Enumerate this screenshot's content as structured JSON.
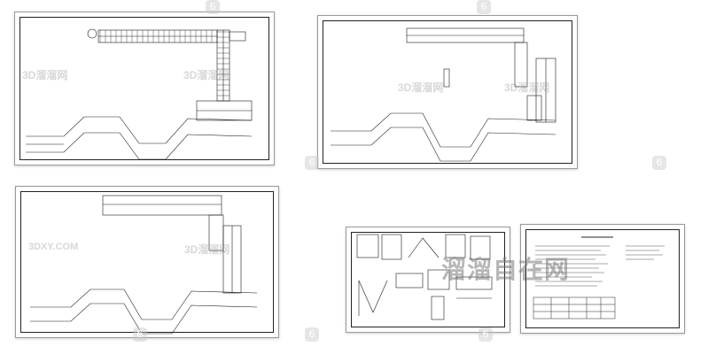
{
  "watermark": {
    "site_text": "3D溜溜网",
    "url_text": "3DXY.COM",
    "brand_overlay": "溜溜自在网",
    "badge_number": "6"
  },
  "sheets": {
    "plan_1": {
      "type": "floor-plan"
    },
    "plan_2": {
      "type": "floor-plan"
    },
    "plan_3": {
      "type": "floor-plan"
    },
    "details": {
      "type": "detail-sheet"
    },
    "notes": {
      "type": "notes-sheet"
    }
  },
  "colors": {
    "line": "#1a1a1a",
    "frame": "#222222",
    "sheet_border": "#9a9a9a"
  }
}
